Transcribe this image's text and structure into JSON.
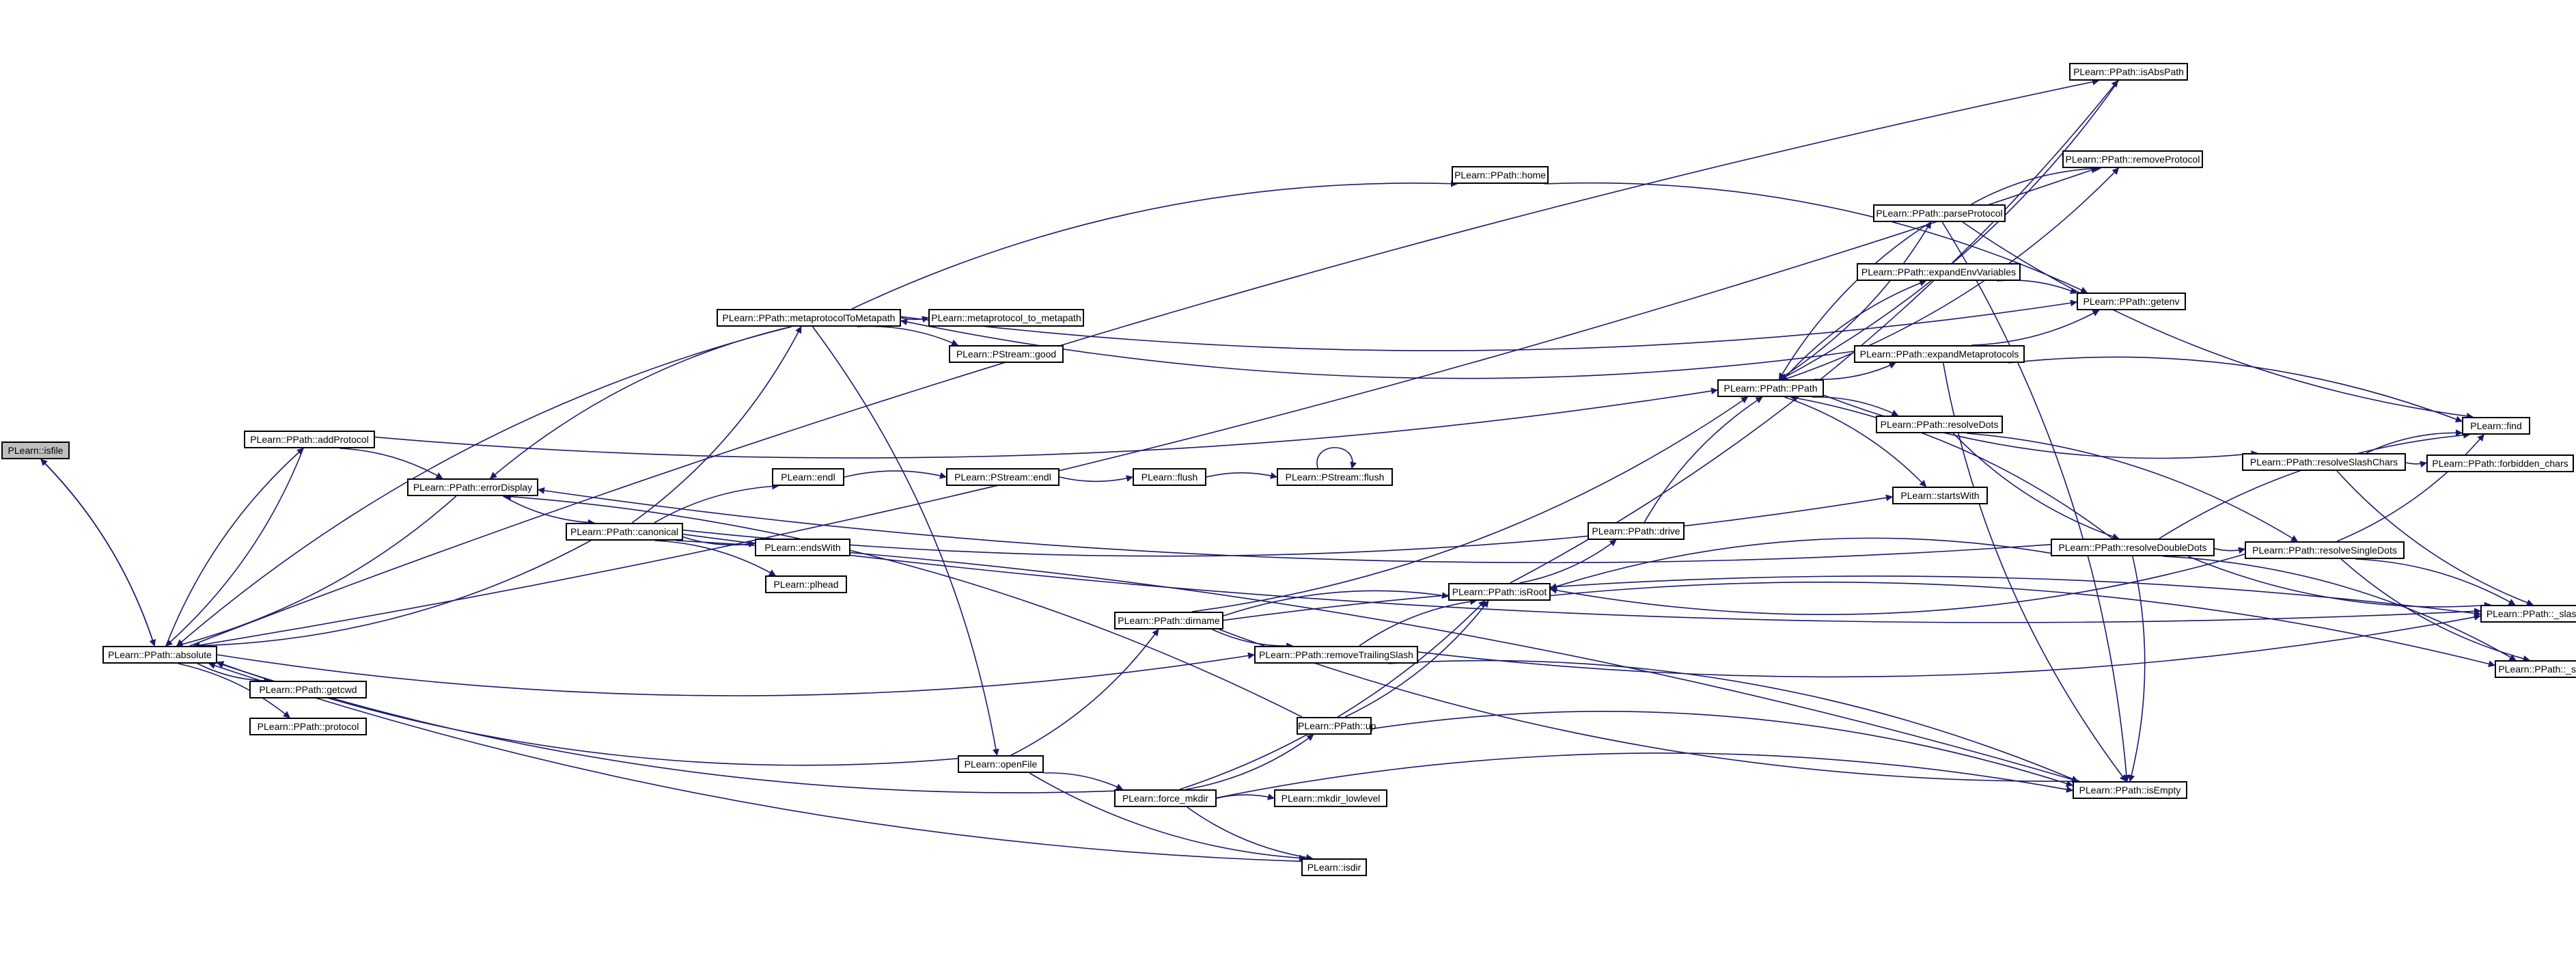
{
  "nodes": {
    "isfile": "PLearn::isfile",
    "absolute": "PLearn::PPath::absolute",
    "addProtocol": "PLearn::PPath::addProtocol",
    "errorDisplay": "PLearn::PPath::errorDisplay",
    "canonical": "PLearn::PPath::canonical",
    "getcwd": "PLearn::PPath::getcwd",
    "protocol": "PLearn::PPath::protocol",
    "metaprotocolToMetapath": "PLearn::PPath::metaprotocolToMetapath",
    "metaprotocol_to_metapath": "PLearn::metaprotocol_to_metapath",
    "PStream_good": "PLearn::PStream::good",
    "endl": "PLearn::endl",
    "PStream_endl": "PLearn::PStream::endl",
    "flush": "PLearn::flush",
    "PStream_flush": "PLearn::PStream::flush",
    "endsWith": "PLearn::endsWith",
    "plhead": "PLearn::plhead",
    "home": "PLearn::PPath::home",
    "dirname": "PLearn::PPath::dirname",
    "removeTrailingSlash": "PLearn::PPath::removeTrailingSlash",
    "up": "PLearn::PPath::up",
    "openFile": "PLearn::openFile",
    "force_mkdir": "PLearn::force_mkdir",
    "mkdir_lowlevel": "PLearn::mkdir_lowlevel",
    "isdir": "PLearn::isdir",
    "PPath": "PLearn::PPath::PPath",
    "isRoot": "PLearn::PPath::isRoot",
    "drive": "PLearn::PPath::drive",
    "isAbsPath": "PLearn::PPath::isAbsPath",
    "removeProtocol": "PLearn::PPath::removeProtocol",
    "parseProtocol": "PLearn::PPath::parseProtocol",
    "getenv": "PLearn::PPath::getenv",
    "expandEnvVariables": "PLearn::PPath::expandEnvVariables",
    "expandMetaprotocols": "PLearn::PPath::expandMetaprotocols",
    "resolveDots": "PLearn::PPath::resolveDots",
    "startsWith": "PLearn::startsWith",
    "resolveDoubleDots": "PLearn::PPath::resolveDoubleDots",
    "resolveSingleDots": "PLearn::PPath::resolveSingleDots",
    "resolveSlashChars": "PLearn::PPath::resolveSlashChars",
    "find": "PLearn::find",
    "forbidden_chars": "PLearn::PPath::forbidden_chars",
    "slash_char": "PLearn::PPath::_slash_char",
    "slash": "PLearn::PPath::_slash",
    "isEmpty": "PLearn::PPath::isEmpty"
  },
  "edges": [
    [
      "isfile",
      "absolute"
    ],
    [
      "absolute",
      "isfile"
    ],
    [
      "absolute",
      "addProtocol"
    ],
    [
      "absolute",
      "getcwd"
    ],
    [
      "absolute",
      "protocol"
    ],
    [
      "absolute",
      "removeTrailingSlash"
    ],
    [
      "absolute",
      "isAbsPath"
    ],
    [
      "absolute",
      "removeProtocol"
    ],
    [
      "addProtocol",
      "errorDisplay"
    ],
    [
      "addProtocol",
      "PPath"
    ],
    [
      "addProtocol",
      "absolute"
    ],
    [
      "errorDisplay",
      "canonical"
    ],
    [
      "errorDisplay",
      "absolute"
    ],
    [
      "canonical",
      "metaprotocolToMetapath"
    ],
    [
      "canonical",
      "endl"
    ],
    [
      "canonical",
      "endsWith"
    ],
    [
      "canonical",
      "plhead"
    ],
    [
      "canonical",
      "startsWith"
    ],
    [
      "canonical",
      "isEmpty"
    ],
    [
      "canonical",
      "slash_char"
    ],
    [
      "canonical",
      "absolute"
    ],
    [
      "metaprotocolToMetapath",
      "metaprotocol_to_metapath"
    ],
    [
      "metaprotocolToMetapath",
      "PStream_good"
    ],
    [
      "metaprotocolToMetapath",
      "errorDisplay"
    ],
    [
      "metaprotocolToMetapath",
      "home"
    ],
    [
      "metaprotocolToMetapath",
      "getenv"
    ],
    [
      "metaprotocolToMetapath",
      "openFile"
    ],
    [
      "metaprotocolToMetapath",
      "absolute"
    ],
    [
      "endl",
      "PStream_endl"
    ],
    [
      "PStream_endl",
      "flush"
    ],
    [
      "flush",
      "PStream_flush"
    ],
    [
      "PStream_flush",
      "PStream_flush"
    ],
    [
      "home",
      "getenv"
    ],
    [
      "openFile",
      "dirname"
    ],
    [
      "openFile",
      "force_mkdir"
    ],
    [
      "openFile",
      "isdir"
    ],
    [
      "openFile",
      "absolute"
    ],
    [
      "dirname",
      "removeTrailingSlash"
    ],
    [
      "dirname",
      "isRoot"
    ],
    [
      "dirname",
      "PPath"
    ],
    [
      "dirname",
      "slash_char"
    ],
    [
      "dirname",
      "isEmpty"
    ],
    [
      "removeTrailingSlash",
      "isRoot"
    ],
    [
      "removeTrailingSlash",
      "slash_char"
    ],
    [
      "removeTrailingSlash",
      "isEmpty"
    ],
    [
      "force_mkdir",
      "up"
    ],
    [
      "force_mkdir",
      "mkdir_lowlevel"
    ],
    [
      "force_mkdir",
      "isdir"
    ],
    [
      "force_mkdir",
      "isEmpty"
    ],
    [
      "force_mkdir",
      "isRoot"
    ],
    [
      "force_mkdir",
      "absolute"
    ],
    [
      "up",
      "isRoot"
    ],
    [
      "up",
      "isEmpty"
    ],
    [
      "up",
      "errorDisplay"
    ],
    [
      "isdir",
      "absolute"
    ],
    [
      "isRoot",
      "drive"
    ],
    [
      "isRoot",
      "slash"
    ],
    [
      "isRoot",
      "isAbsPath"
    ],
    [
      "drive",
      "PPath"
    ],
    [
      "PPath",
      "parseProtocol"
    ],
    [
      "PPath",
      "expandEnvVariables"
    ],
    [
      "PPath",
      "expandMetaprotocols"
    ],
    [
      "PPath",
      "resolveDots"
    ],
    [
      "PPath",
      "resolveSlashChars"
    ],
    [
      "PPath",
      "startsWith"
    ],
    [
      "PPath",
      "removeProtocol"
    ],
    [
      "parseProtocol",
      "removeProtocol"
    ],
    [
      "parseProtocol",
      "find"
    ],
    [
      "parseProtocol",
      "isEmpty"
    ],
    [
      "parseProtocol",
      "PPath"
    ],
    [
      "expandEnvVariables",
      "getenv"
    ],
    [
      "expandMetaprotocols",
      "getenv"
    ],
    [
      "expandMetaprotocols",
      "find"
    ],
    [
      "expandMetaprotocols",
      "isEmpty"
    ],
    [
      "expandMetaprotocols",
      "metaprotocolToMetapath"
    ],
    [
      "resolveDots",
      "resolveDoubleDots"
    ],
    [
      "resolveDots",
      "resolveSingleDots"
    ],
    [
      "resolveDoubleDots",
      "resolveSingleDots"
    ],
    [
      "resolveDoubleDots",
      "find"
    ],
    [
      "resolveDoubleDots",
      "slash_char"
    ],
    [
      "resolveDoubleDots",
      "slash"
    ],
    [
      "resolveDoubleDots",
      "isRoot"
    ],
    [
      "resolveDoubleDots",
      "isEmpty"
    ],
    [
      "resolveDoubleDots",
      "PPath"
    ],
    [
      "resolveDoubleDots",
      "errorDisplay"
    ],
    [
      "resolveSingleDots",
      "find"
    ],
    [
      "resolveSingleDots",
      "slash_char"
    ],
    [
      "resolveSingleDots",
      "slash"
    ],
    [
      "resolveSingleDots",
      "isRoot"
    ],
    [
      "resolveSlashChars",
      "forbidden_chars"
    ],
    [
      "resolveSlashChars",
      "find"
    ],
    [
      "resolveSlashChars",
      "slash_char"
    ],
    [
      "isAbsPath",
      "PPath"
    ]
  ]
}
